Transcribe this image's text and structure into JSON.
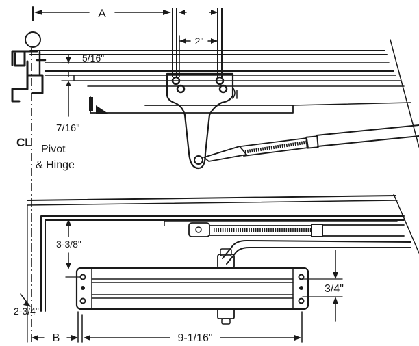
{
  "labels": {
    "dim_a": "A",
    "dim_2in": "2\"",
    "dim_5_16": "5/16\"",
    "dim_7_16": "7/16\"",
    "centerline": "CL",
    "pivot_line1": "Pivot",
    "pivot_line2": "& Hinge",
    "dim_3_3_8": "3-3/8\"",
    "dim_3_4": "3/4\"",
    "dim_2_3_4": "2-3/4\"",
    "dim_b": "B",
    "dim_9_1_16": "9-1/16\""
  }
}
